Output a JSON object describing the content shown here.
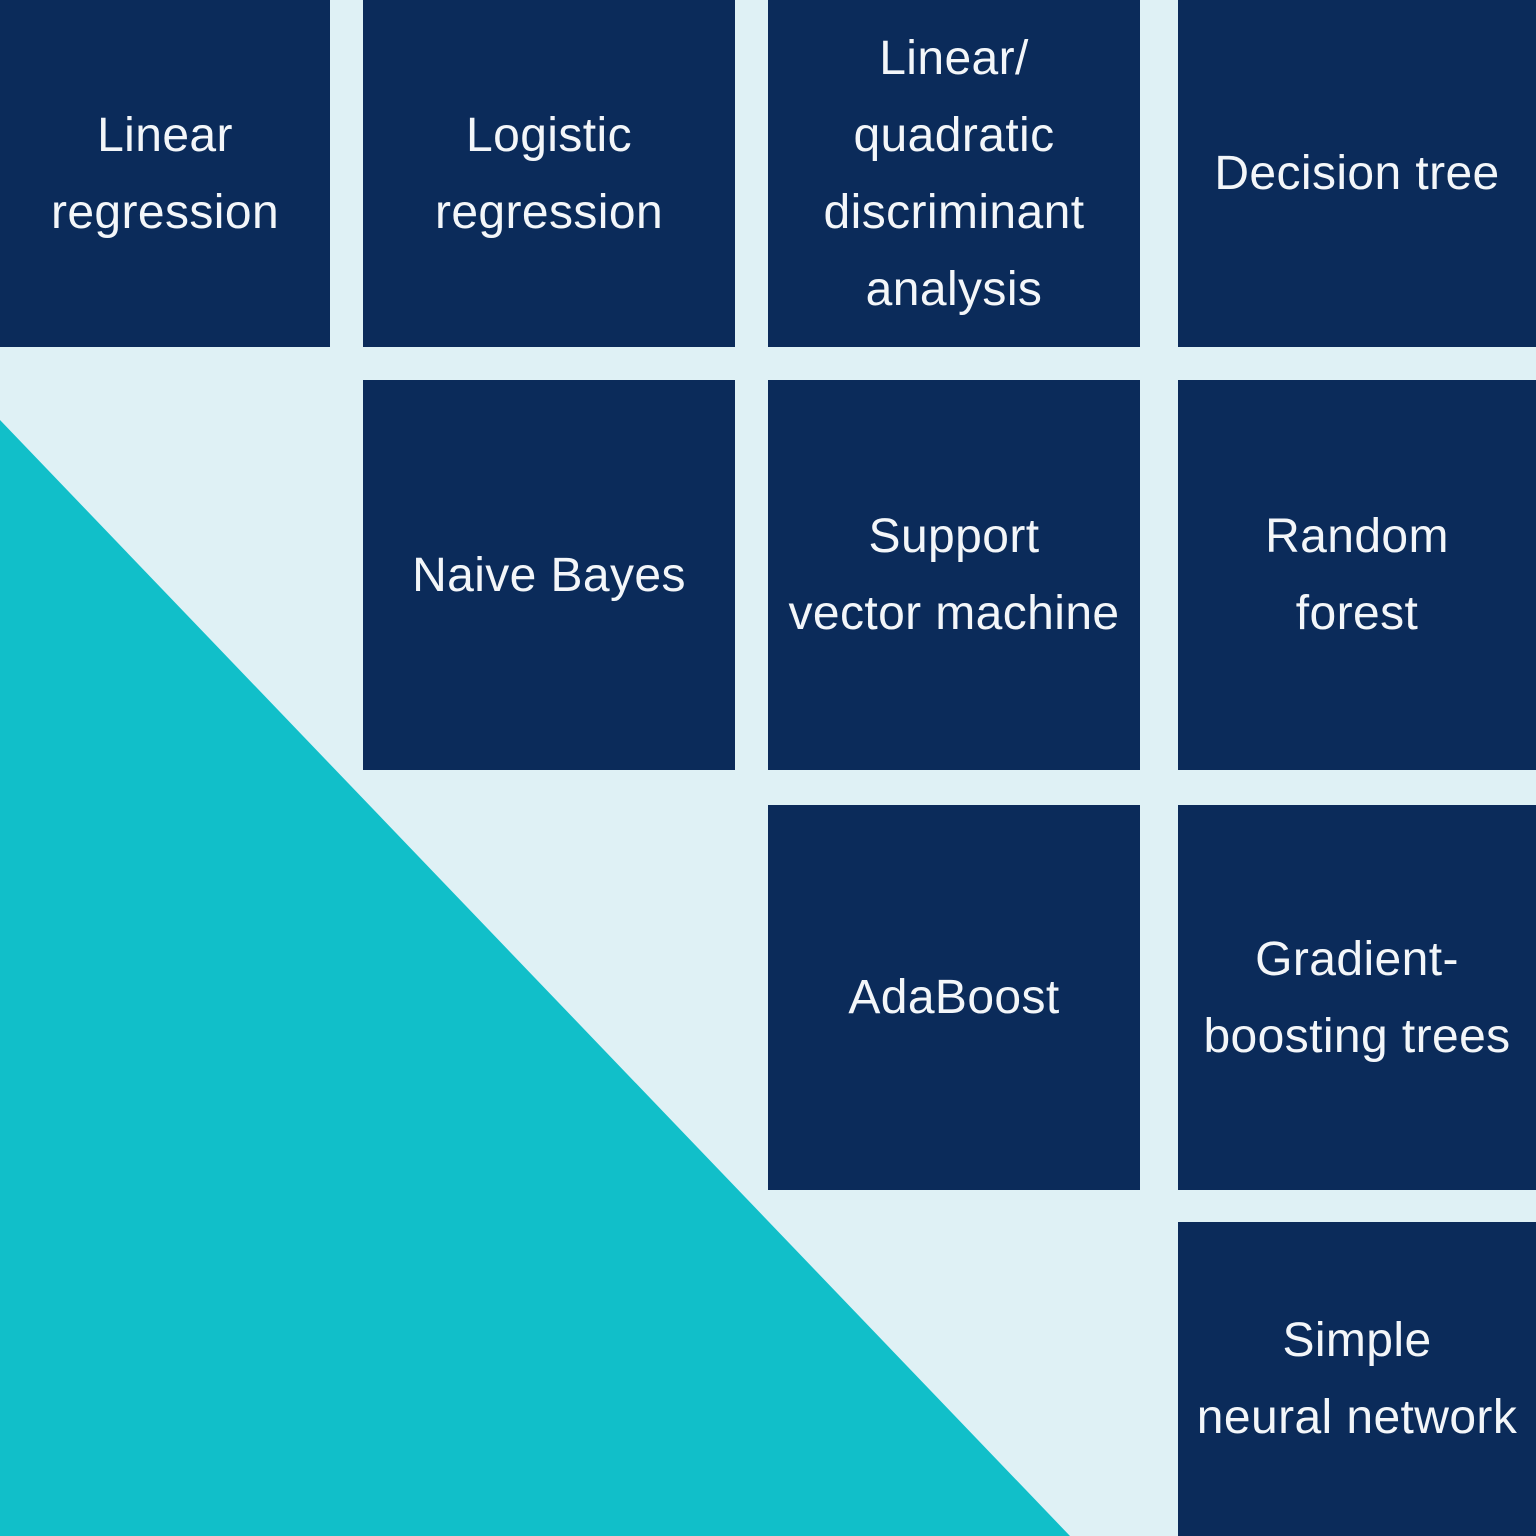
{
  "colors": {
    "tile_background": "#0b2b5a",
    "page_background": "#dff1f5",
    "triangle": "#11bfc9",
    "tile_text": "#f3f6f9"
  },
  "tiles": [
    {
      "id": "linear-regression",
      "lines": [
        "Linear",
        "regression"
      ]
    },
    {
      "id": "logistic-regression",
      "lines": [
        "Logistic",
        "regression"
      ]
    },
    {
      "id": "linear-quadratic-discriminant-analysis",
      "lines": [
        "Linear/",
        "quadratic",
        "discriminant",
        "analysis"
      ]
    },
    {
      "id": "decision-tree",
      "lines": [
        "Decision tree"
      ]
    },
    {
      "id": "naive-bayes",
      "lines": [
        "Naive Bayes"
      ]
    },
    {
      "id": "support-vector-machine",
      "lines": [
        "Support",
        "vector machine"
      ]
    },
    {
      "id": "random-forest",
      "lines": [
        "Random",
        "forest"
      ]
    },
    {
      "id": "adaboost",
      "lines": [
        "AdaBoost"
      ]
    },
    {
      "id": "gradient-boosting-trees",
      "lines": [
        "Gradient-",
        "boosting trees"
      ]
    },
    {
      "id": "simple-neural-network",
      "lines": [
        "Simple",
        "neural network"
      ]
    }
  ]
}
